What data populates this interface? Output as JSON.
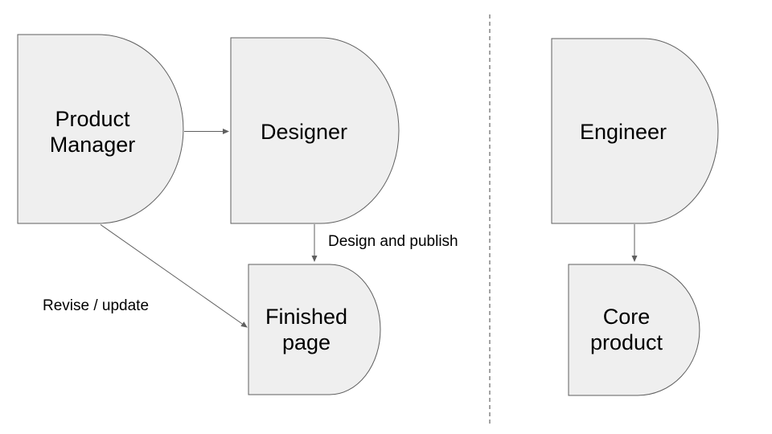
{
  "canvas": {
    "background": "#ffffff",
    "shape_fill": "#efefef",
    "shape_stroke": "#5f5f5f",
    "connector_color": "#5f5f5f",
    "divider_color": "#474747",
    "text_color": "#000000"
  },
  "diagram": {
    "nodes": [
      {
        "id": "product-manager",
        "label": "Product Manager",
        "shape": "delay"
      },
      {
        "id": "designer",
        "label": "Designer",
        "shape": "delay"
      },
      {
        "id": "finished-page",
        "label": "Finished page",
        "shape": "delay"
      },
      {
        "id": "engineer",
        "label": "Engineer",
        "shape": "delay"
      },
      {
        "id": "core-product",
        "label": "Core product",
        "shape": "delay"
      }
    ],
    "edges": [
      {
        "from": "product-manager",
        "to": "designer",
        "label": ""
      },
      {
        "from": "designer",
        "to": "finished-page",
        "label": "Design and publish"
      },
      {
        "from": "product-manager",
        "to": "finished-page",
        "label": "Revise / update"
      },
      {
        "from": "engineer",
        "to": "core-product",
        "label": ""
      }
    ],
    "divider": {
      "style": "dashed-vertical"
    }
  }
}
